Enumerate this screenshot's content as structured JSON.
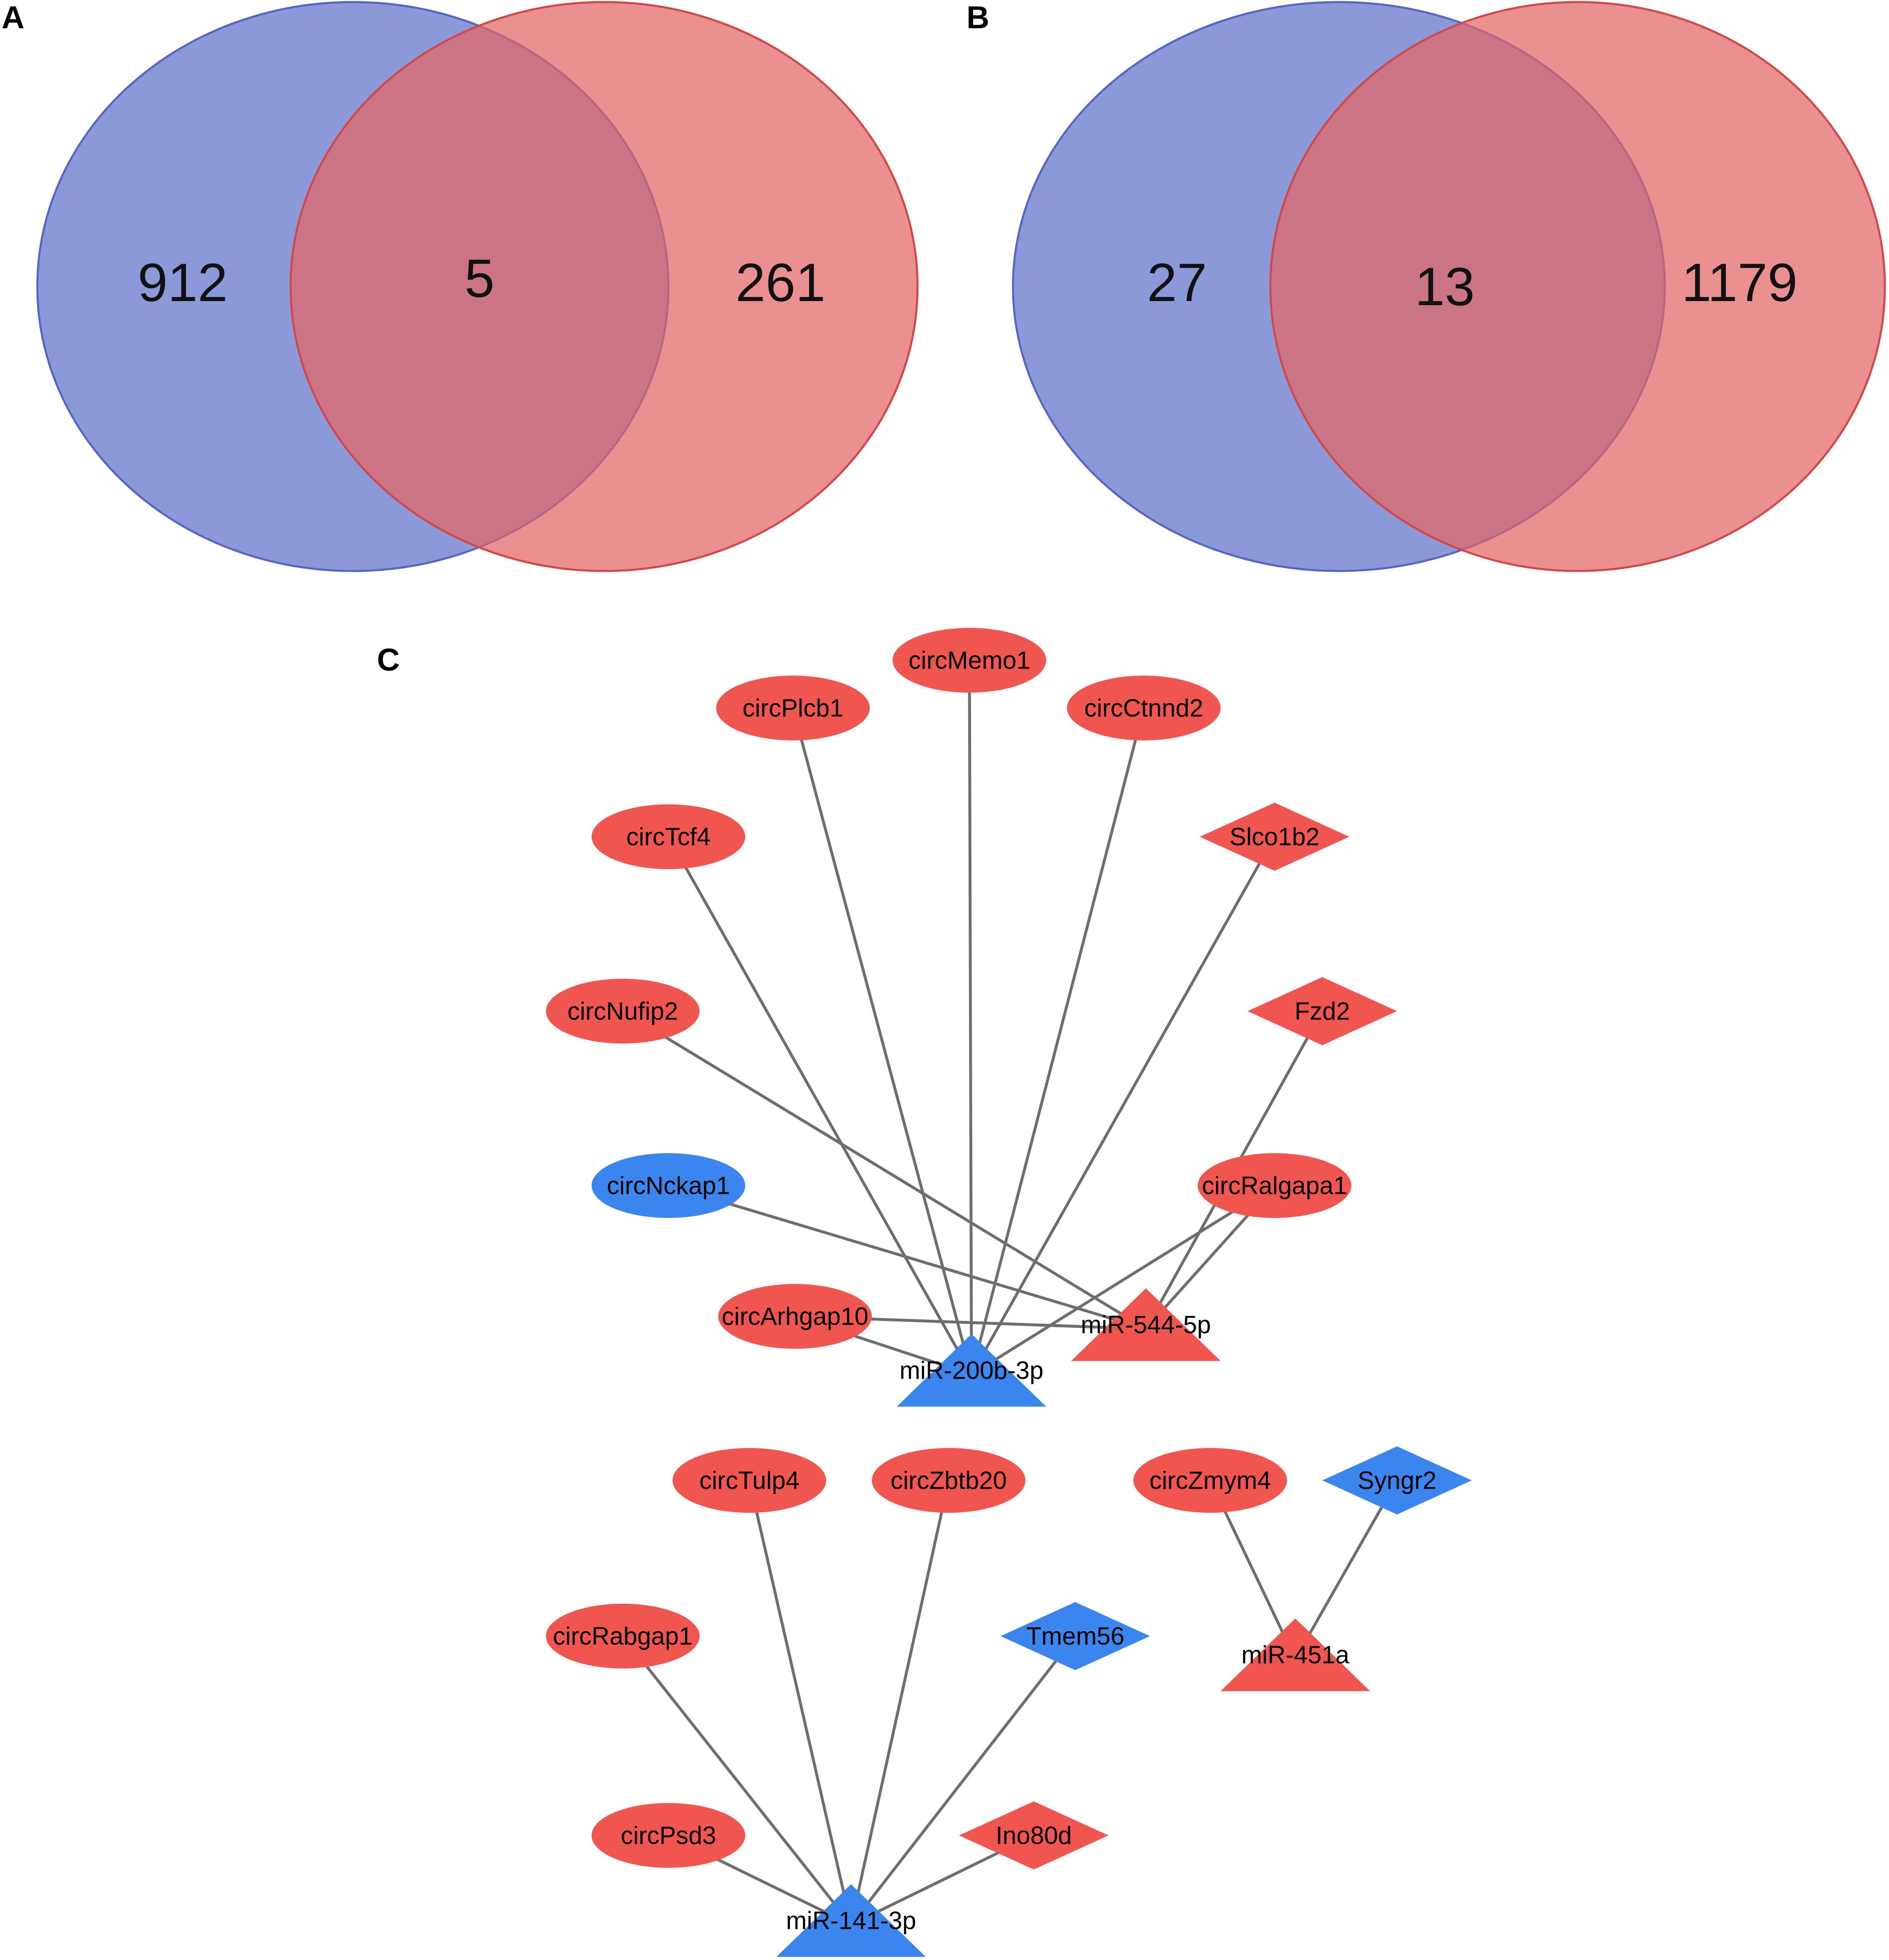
{
  "colors": {
    "venn_left": "#6677cc",
    "venn_right": "#e26565",
    "up": "#f0564f",
    "down": "#3a86ee",
    "edge": "#6e6e6e"
  },
  "panels": {
    "A": {
      "label": "A",
      "left_only": "912",
      "overlap": "5",
      "right_only": "261"
    },
    "B": {
      "label": "B",
      "left_only": "27",
      "overlap": "13",
      "right_only": "1179"
    },
    "C": {
      "label": "C",
      "nodes": {
        "circPlcb1": {
          "label": "circPlcb1",
          "shape": "ellipse",
          "regulation": "up"
        },
        "circMemo1": {
          "label": "circMemo1",
          "shape": "ellipse",
          "regulation": "up"
        },
        "circCtnnd2": {
          "label": "circCtnnd2",
          "shape": "ellipse",
          "regulation": "up"
        },
        "circTcf4": {
          "label": "circTcf4",
          "shape": "ellipse",
          "regulation": "up"
        },
        "Slco1b2": {
          "label": "Slco1b2",
          "shape": "diamond",
          "regulation": "up"
        },
        "circNufip2": {
          "label": "circNufip2",
          "shape": "ellipse",
          "regulation": "up"
        },
        "Fzd2": {
          "label": "Fzd2",
          "shape": "diamond",
          "regulation": "up"
        },
        "circNckap1": {
          "label": "circNckap1",
          "shape": "ellipse",
          "regulation": "down"
        },
        "circRalgapa1": {
          "label": "circRalgapa1",
          "shape": "ellipse",
          "regulation": "up"
        },
        "circArhgap10": {
          "label": "circArhgap10",
          "shape": "ellipse",
          "regulation": "up"
        },
        "miR-544-5p": {
          "label": "miR-544-5p",
          "shape": "triangle",
          "regulation": "up"
        },
        "miR-200b-3p": {
          "label": "miR-200b-3p",
          "shape": "triangle",
          "regulation": "down"
        },
        "circTulp4": {
          "label": "circTulp4",
          "shape": "ellipse",
          "regulation": "up"
        },
        "circZbtb20": {
          "label": "circZbtb20",
          "shape": "ellipse",
          "regulation": "up"
        },
        "circZmym4": {
          "label": "circZmym4",
          "shape": "ellipse",
          "regulation": "up"
        },
        "Syngr2": {
          "label": "Syngr2",
          "shape": "diamond",
          "regulation": "down"
        },
        "circRabgap1": {
          "label": "circRabgap1",
          "shape": "ellipse",
          "regulation": "up"
        },
        "Tmem56": {
          "label": "Tmem56",
          "shape": "diamond",
          "regulation": "down"
        },
        "miR-451a": {
          "label": "miR-451a",
          "shape": "triangle",
          "regulation": "up"
        },
        "circPsd3": {
          "label": "circPsd3",
          "shape": "ellipse",
          "regulation": "up"
        },
        "Ino80d": {
          "label": "Ino80d",
          "shape": "diamond",
          "regulation": "up"
        },
        "miR-141-3p": {
          "label": "miR-141-3p",
          "shape": "triangle",
          "regulation": "down"
        }
      },
      "edges": [
        [
          "circPlcb1",
          "miR-200b-3p"
        ],
        [
          "circMemo1",
          "miR-200b-3p"
        ],
        [
          "circCtnnd2",
          "miR-200b-3p"
        ],
        [
          "circTcf4",
          "miR-200b-3p"
        ],
        [
          "Slco1b2",
          "miR-200b-3p"
        ],
        [
          "circRalgapa1",
          "miR-200b-3p"
        ],
        [
          "circArhgap10",
          "miR-200b-3p"
        ],
        [
          "circArhgap10",
          "miR-544-5p"
        ],
        [
          "circNufip2",
          "miR-544-5p"
        ],
        [
          "circNckap1",
          "miR-544-5p"
        ],
        [
          "circRalgapa1",
          "miR-544-5p"
        ],
        [
          "Fzd2",
          "miR-544-5p"
        ],
        [
          "circTulp4",
          "miR-141-3p"
        ],
        [
          "circZbtb20",
          "miR-141-3p"
        ],
        [
          "circRabgap1",
          "miR-141-3p"
        ],
        [
          "Tmem56",
          "miR-141-3p"
        ],
        [
          "circPsd3",
          "miR-141-3p"
        ],
        [
          "Ino80d",
          "miR-141-3p"
        ],
        [
          "circZmym4",
          "miR-451a"
        ],
        [
          "Syngr2",
          "miR-451a"
        ]
      ]
    }
  }
}
